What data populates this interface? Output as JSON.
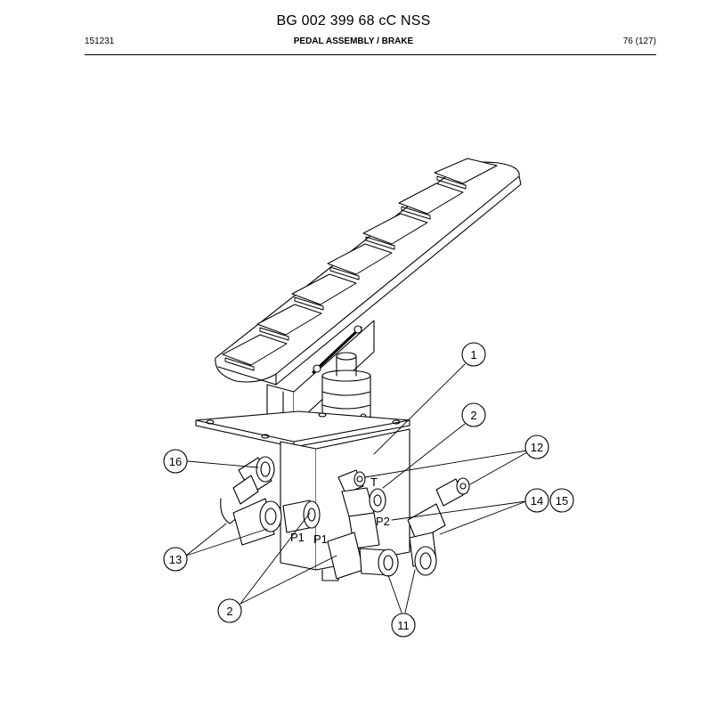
{
  "header": {
    "doc_title": "BG 002 399 68 cC NSS",
    "doc_code": "151231",
    "section_title": "PEDAL ASSEMBLY / BRAKE",
    "page_number": "76 (127)"
  },
  "drawing": {
    "callouts": [
      {
        "label": "1"
      },
      {
        "label": "2"
      },
      {
        "label": "12"
      },
      {
        "label": "16"
      },
      {
        "label": "14"
      },
      {
        "label": "15"
      },
      {
        "label": "13"
      },
      {
        "label": "2"
      },
      {
        "label": "11"
      }
    ]
  }
}
